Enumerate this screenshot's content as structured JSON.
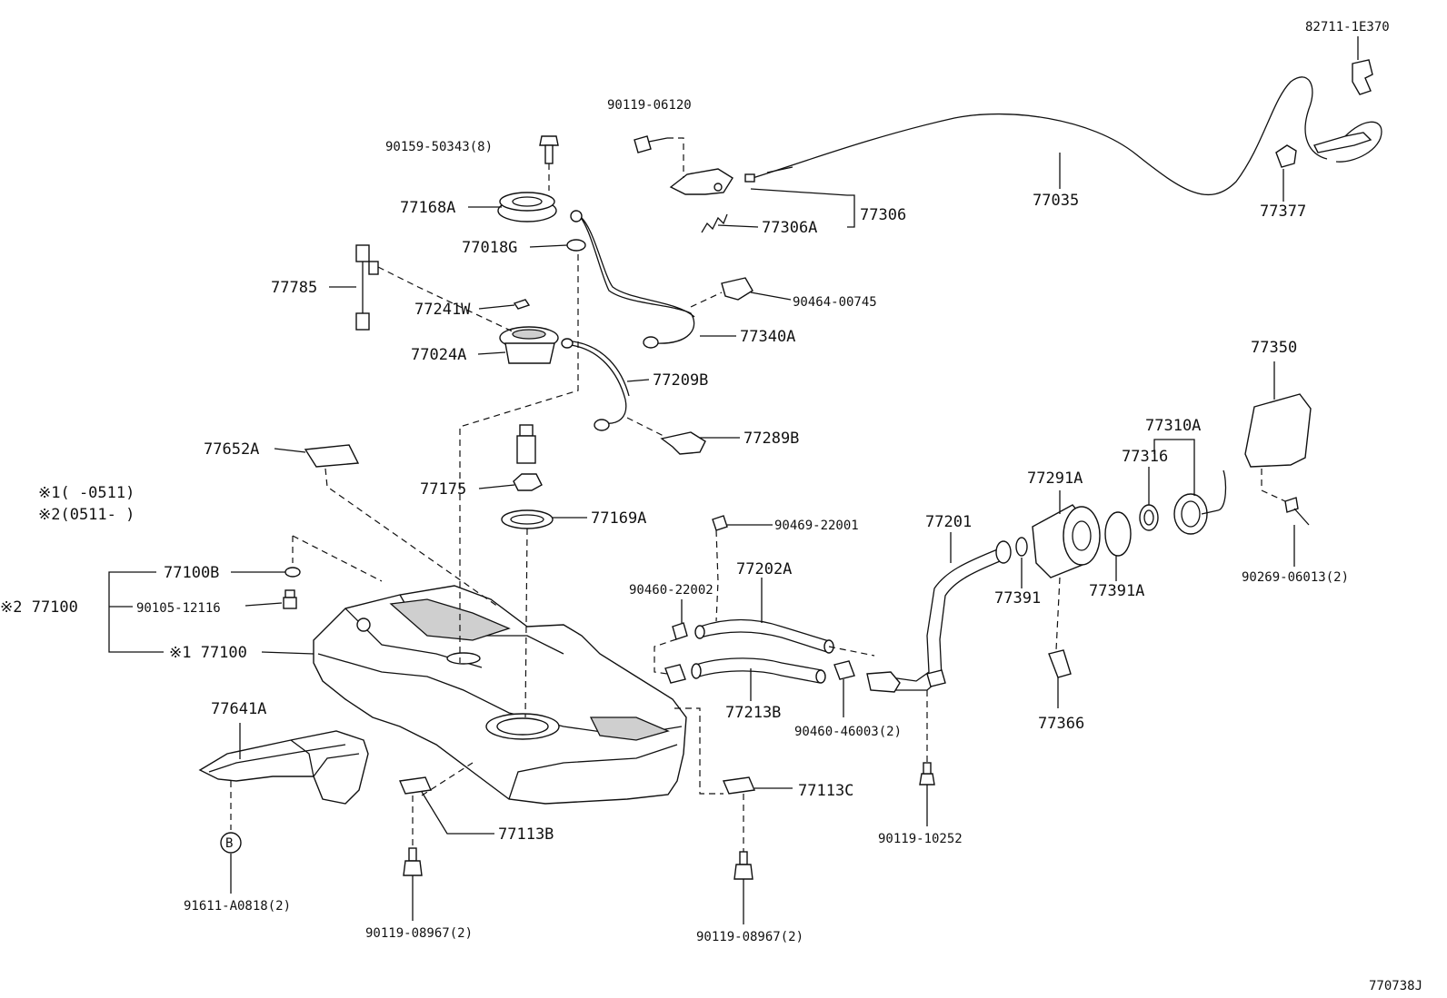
{
  "diagram_code": "770738J",
  "notes": {
    "note1": "※1(    -0511)",
    "note2": "※2(0511-    )"
  },
  "labels": {
    "p82711": "82711-1E370",
    "p90119_06120": "90119-06120",
    "p90159": "90159-50343(8)",
    "p77168A": "77168A",
    "p77018G": "77018G",
    "p77785": "77785",
    "p77241W": "77241W",
    "p77024A": "77024A",
    "p77306": "77306",
    "p77306A": "77306A",
    "p77035": "77035",
    "p77377": "77377",
    "p90464": "90464-00745",
    "p77340A": "77340A",
    "p77209B": "77209B",
    "p77289B": "77289B",
    "p77652A": "77652A",
    "p77175": "77175",
    "p77169A": "77169A",
    "p90469": "90469-22001",
    "p77350": "77350",
    "p77310A": "77310A",
    "p77316": "77316",
    "p77291A": "77291A",
    "p77201": "77201",
    "p77202A": "77202A",
    "p90460_22002": "90460-22002",
    "p77391": "77391",
    "p77391A": "77391A",
    "p90269": "90269-06013(2)",
    "p77100B": "77100B",
    "p77100_2": "※2 77100",
    "p90105": "90105-12116",
    "p77100_1": "※1 77100",
    "p77213B": "77213B",
    "p90460_46003": "90460-46003(2)",
    "p77366": "77366",
    "p77641A": "77641A",
    "p77113C": "77113C",
    "p77113B": "77113B",
    "p90119_10252": "90119-10252",
    "p91611": "91611-A0818(2)",
    "p90119_08967a": "90119-08967(2)",
    "p90119_08967b": "90119-08967(2)",
    "circle_b": "B"
  },
  "colors": {
    "ink": "#111111",
    "background": "#ffffff",
    "shade": "#cfcfcf"
  }
}
